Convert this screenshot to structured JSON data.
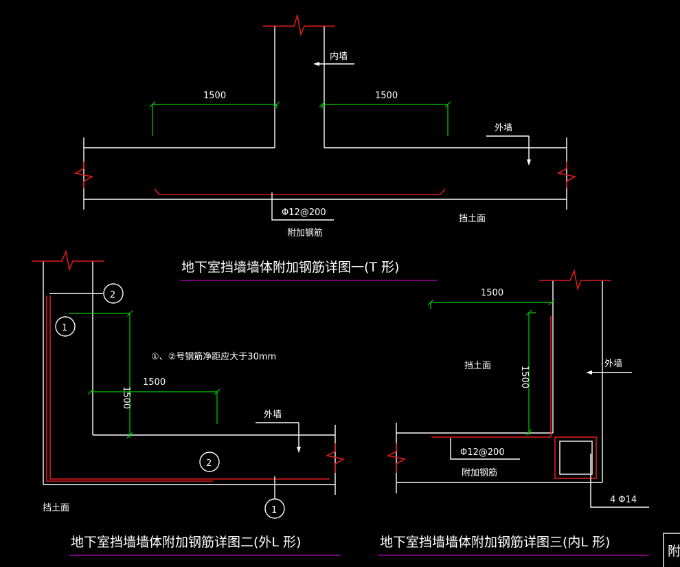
{
  "colors": {
    "background": "#000000",
    "wall_line": "#ffffff",
    "dimension": "#00d000",
    "rebar": "#e01a1a",
    "title_underline": "#c000c0"
  },
  "figure1": {
    "inner_wall_label": "内墙",
    "outer_wall_label": "外墙",
    "dim_left": "1500",
    "dim_right": "1500",
    "rebar_spec": "Φ12@200",
    "rebar_note": "附加钢筋",
    "retaining_face": "挡土面",
    "title": "地下室挡墙墙体附加钢筋详图一(T 形)"
  },
  "figure2": {
    "marker_1": "1",
    "marker_2": "2",
    "note": "①、②号钢筋净距应大于30mm",
    "dim_vertical": "1500",
    "dim_horizontal": "1500",
    "outer_wall_label": "外墙",
    "retaining_face": "挡土面",
    "title": "地下室挡墙墙体附加钢筋详图二(外L 形)"
  },
  "figure3": {
    "dim_horizontal": "1500",
    "dim_vertical": "1500",
    "retaining_face": "挡土面",
    "outer_wall_label": "外墙",
    "rebar_spec": "Φ12@200",
    "rebar_note": "附加钢筋",
    "corner_bars": "4 Φ14",
    "title": "地下室挡墙墙体附加钢筋详图三(内L 形)"
  },
  "edge_text": "附"
}
